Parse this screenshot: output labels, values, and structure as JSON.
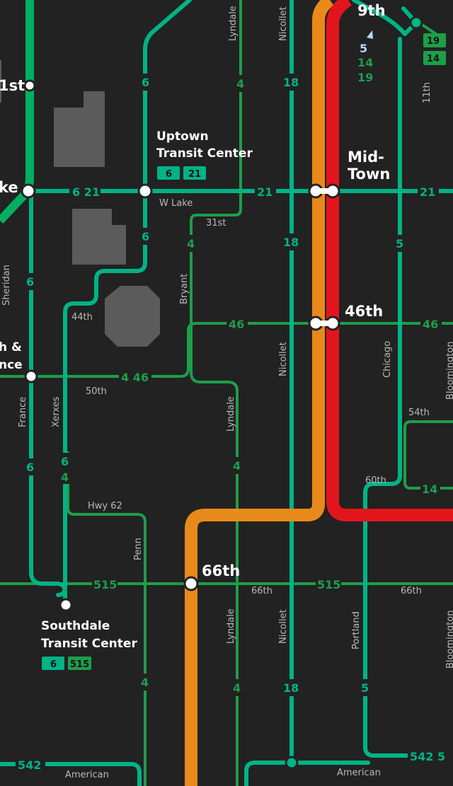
{
  "colors": {
    "background": "#222222",
    "frequent_route": "#00b386",
    "local_route": "#1e9e4a",
    "orange_line": "#e88a1a",
    "red_line": "#e3151c",
    "building": "#5b5b5b"
  },
  "stations": {
    "e_9th": "9th",
    "midtown_1": "Mid-",
    "midtown_2": "Town",
    "s_46th": "46th",
    "s_66th": "66th",
    "uptown_1": "Uptown",
    "uptown_2": "Transit Center",
    "southdale_1": "Southdale",
    "southdale_2": "Transit Center",
    "lake_partial": "ke",
    "first_partial": "1st",
    "france_partial_1": "h &",
    "france_partial_2": "nce"
  },
  "badges": {
    "uptown": [
      "6",
      "21"
    ],
    "southdale": [
      "6",
      "515"
    ],
    "ninth_right": [
      "19",
      "14"
    ]
  },
  "routes": {
    "r6": "6",
    "r21": "21",
    "r4": "4",
    "r18": "18",
    "r5": "5",
    "r14": "14",
    "r19": "19",
    "r46": "46",
    "r515": "515",
    "r542": "542",
    "r6_21": "6 21",
    "r4_46": "4 46",
    "r542_5": "542 5"
  },
  "streets": {
    "w_lake": "W Lake",
    "s_31st": "31st",
    "s_44th": "44th",
    "s_50th": "50th",
    "s_54th": "54th",
    "s_60th": "60th",
    "s_66th": "66th",
    "hwy62": "Hwy 62",
    "american": "American",
    "lyndale": "Lyndale",
    "nicollet": "Nicollet",
    "bryant": "Bryant",
    "sheridan": "Sheridan",
    "france": "France",
    "xerxes": "Xerxes",
    "penn": "Penn",
    "chicago": "Chicago",
    "portland": "Portland",
    "s_11th": "11th",
    "bloomington": "Bloomington"
  }
}
